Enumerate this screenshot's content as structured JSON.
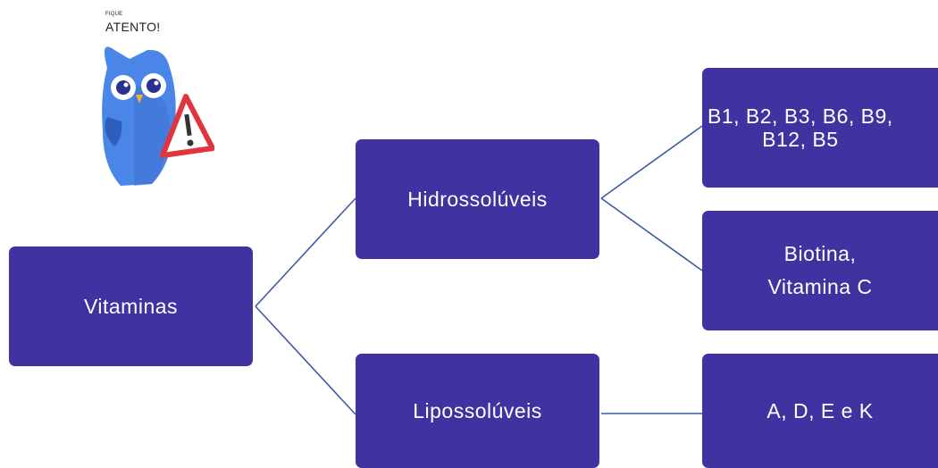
{
  "badge": {
    "small_text": "FIQUE",
    "big_text": "ATENTO!",
    "icon": "owl-warning-icon"
  },
  "diagram": {
    "root": "Vitaminas",
    "branches": [
      {
        "label": "Hidrossolúveis",
        "leaves": [
          {
            "lines": [
              "B1, B2, B3, B6, B9,",
              "B12, B5"
            ]
          },
          {
            "lines": [
              "Biotina,",
              "Vitamina C"
            ]
          }
        ]
      },
      {
        "label": "Lipossolúveis",
        "leaves": [
          {
            "lines": [
              "A, D, E e K"
            ]
          }
        ]
      }
    ]
  },
  "colors": {
    "box_fill": "#3e33a0",
    "connector": "#3d5aa6",
    "owl_body": "#4a86e8",
    "warning_red": "#e0353f"
  }
}
